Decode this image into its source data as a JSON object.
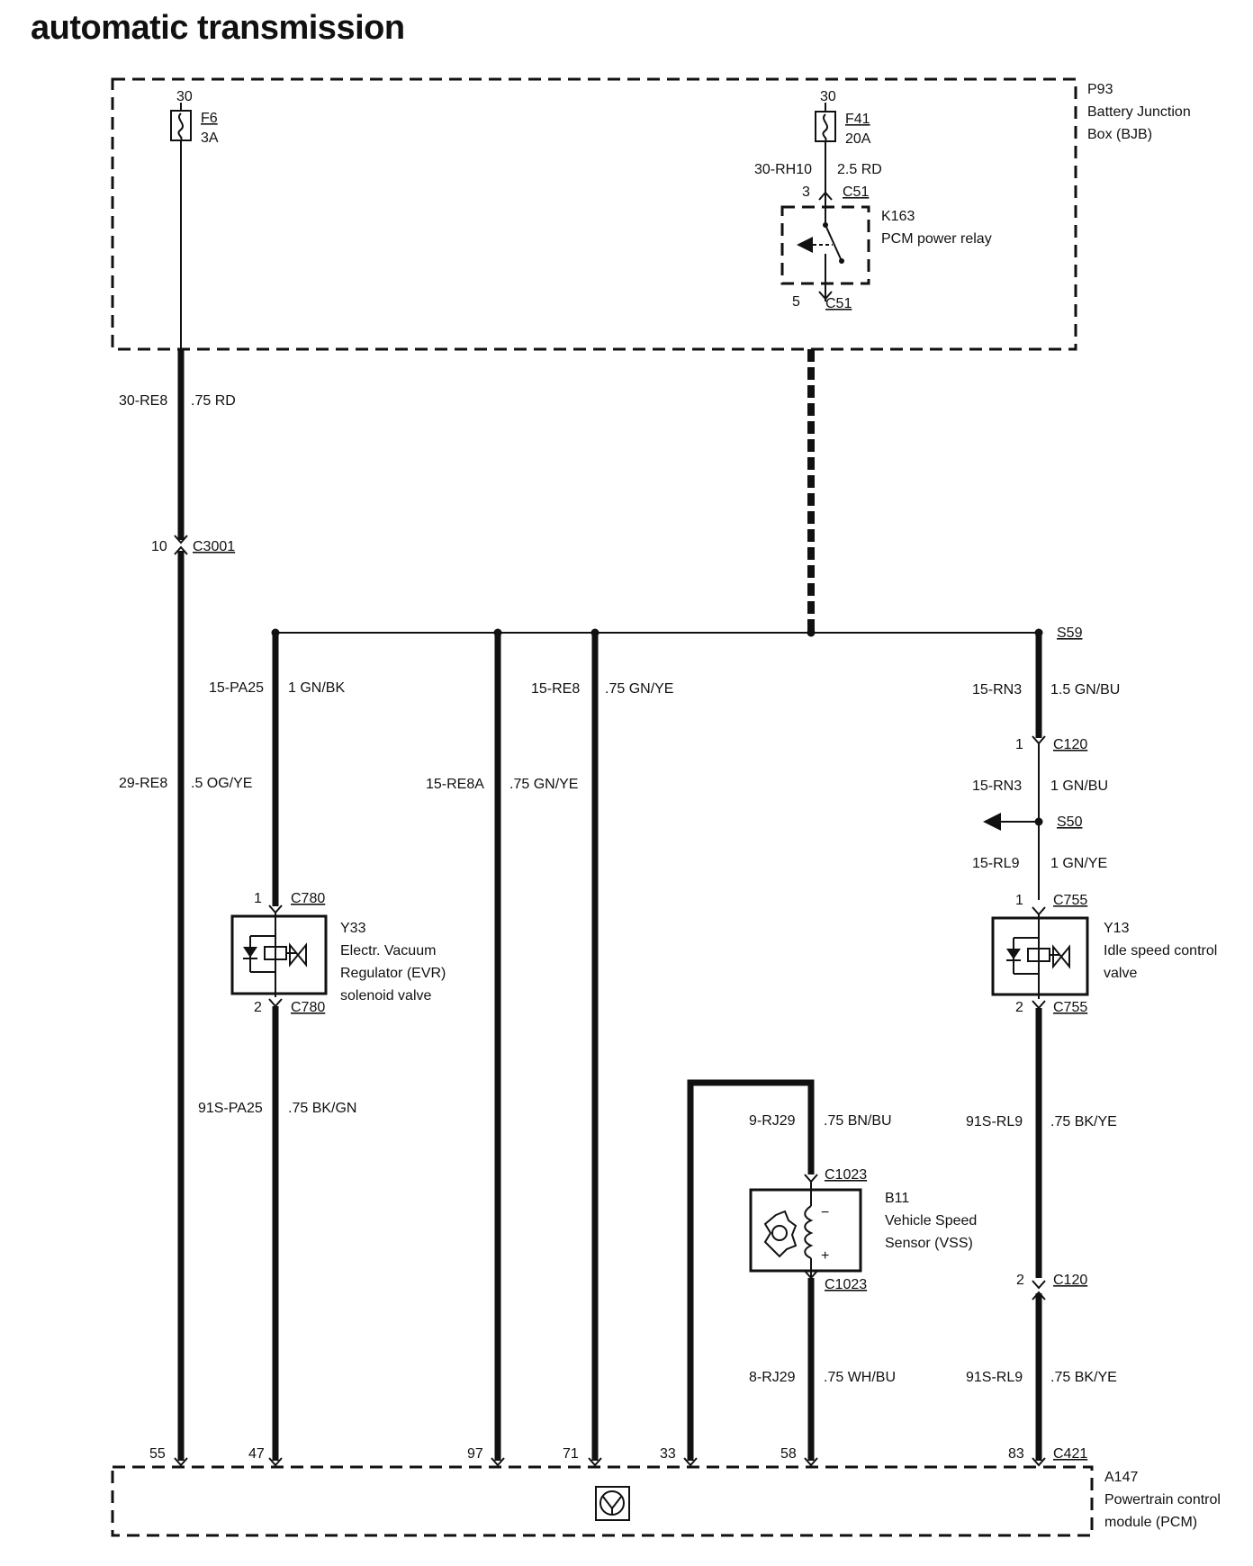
{
  "title": "automatic transmission",
  "bjb": {
    "id": "P93",
    "name_line1": "Battery Junction",
    "name_line2": "Box (BJB)"
  },
  "fuse_f6": {
    "terminal": "30",
    "id": "F6",
    "rating": "3A"
  },
  "fuse_f41": {
    "terminal": "30",
    "id": "F41",
    "rating": "20A"
  },
  "relay": {
    "id": "K163",
    "name": "PCM power relay",
    "feed_wire": "30-RH10",
    "feed_spec": "2.5 RD",
    "pin_in": "3",
    "pin_out": "5",
    "connector": "C51"
  },
  "wire_30re8": {
    "code": "30-RE8",
    "spec": ".75 RD"
  },
  "c3001": {
    "pin": "10",
    "connector": "C3001"
  },
  "wire_29re8": {
    "code": "29-RE8",
    "spec": ".5 OG/YE"
  },
  "splice_s59": "S59",
  "wire_15pa25": {
    "code": "15-PA25",
    "spec": "1 GN/BK"
  },
  "wire_15re8": {
    "code": "15-RE8",
    "spec": ".75 GN/YE"
  },
  "wire_15re8a": {
    "code": "15-RE8A",
    "spec": ".75 GN/YE"
  },
  "wire_15rn3_a": {
    "code": "15-RN3",
    "spec": "1.5 GN/BU"
  },
  "c120_1": {
    "pin": "1",
    "connector": "C120"
  },
  "wire_15rn3_b": {
    "code": "15-RN3",
    "spec": "1 GN/BU"
  },
  "splice_s50": "S50",
  "wire_15rl9": {
    "code": "15-RL9",
    "spec": "1 GN/YE"
  },
  "evr": {
    "id": "Y33",
    "line1": "Electr. Vacuum",
    "line2": "Regulator (EVR)",
    "line3": "solenoid valve",
    "pin_top": "1",
    "pin_bottom": "2",
    "connector": "C780"
  },
  "iscv": {
    "id": "Y13",
    "line1": "Idle speed control",
    "line2": "valve",
    "pin_top": "1",
    "pin_bottom": "2",
    "connector": "C755"
  },
  "wire_91spa25": {
    "code": "91S-PA25",
    "spec": ".75 BK/GN"
  },
  "wire_9rj29": {
    "code": "9-RJ29",
    "spec": ".75 BN/BU"
  },
  "vss": {
    "id": "B11",
    "line1": "Vehicle Speed",
    "line2": "Sensor (VSS)",
    "connector": "C1023",
    "neg": "−",
    "pos": "+"
  },
  "wire_91srl9_a": {
    "code": "91S-RL9",
    "spec": ".75 BK/YE"
  },
  "c120_2": {
    "pin": "2",
    "connector": "C120"
  },
  "wire_8rj29": {
    "code": "8-RJ29",
    "spec": ".75 WH/BU"
  },
  "wire_91srl9_b": {
    "code": "91S-RL9",
    "spec": ".75 BK/YE"
  },
  "pcm": {
    "id": "A147",
    "line1": "Powertrain control",
    "line2": "module (PCM)",
    "connector": "C421",
    "pins": [
      "55",
      "47",
      "97",
      "71",
      "33",
      "58",
      "83"
    ]
  }
}
